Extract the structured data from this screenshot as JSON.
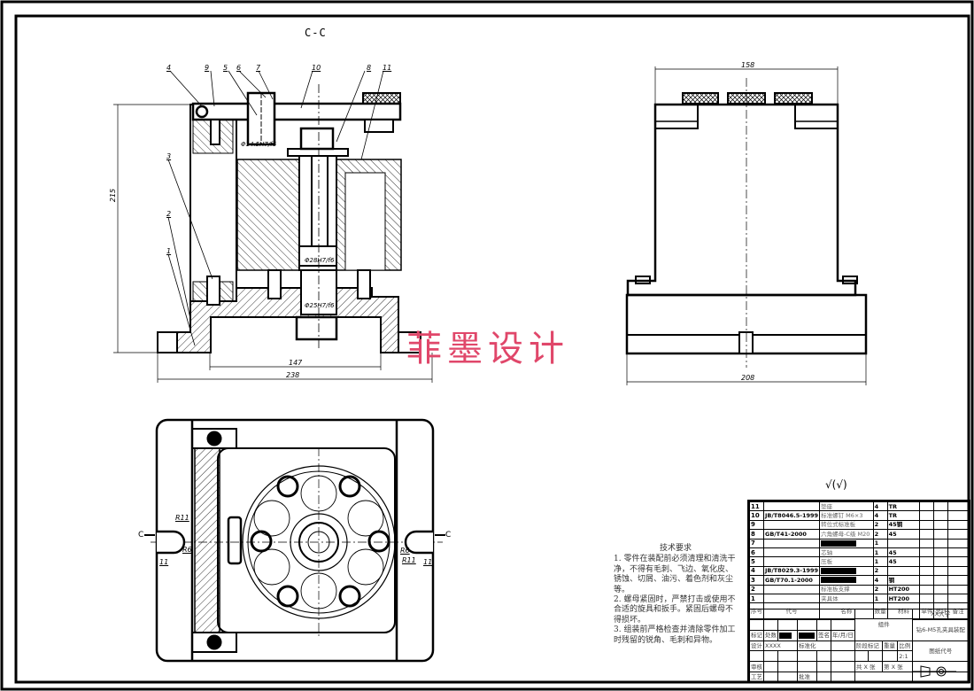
{
  "drawing": {
    "section_title": "C-C",
    "watermark": "菲墨设计",
    "surface_finish": "√(√)",
    "section_markers": {
      "left": "C",
      "right": "C"
    }
  },
  "front_view": {
    "balloons": [
      "4",
      "9",
      "5",
      "6",
      "7",
      "10",
      "8",
      "11",
      "3",
      "2",
      "1"
    ],
    "fits": [
      "Φ14.5H7/f6",
      "Φ28H7/f6",
      "Φ25H7/f6"
    ],
    "dimensions": {
      "height": "215",
      "inner_width": "147",
      "overall_width": "238"
    }
  },
  "side_view": {
    "dimensions": {
      "top_width": "158",
      "base_width": "208"
    }
  },
  "top_view": {
    "radii": [
      "R11",
      "R6",
      "11",
      "R6",
      "R11",
      "11"
    ]
  },
  "technical_requirements": {
    "title": "技术要求",
    "items": [
      "1. 零件在装配前必须清理和清洗干净，不得有毛刺、飞边、氧化皮、锈蚀、切屑、油污、着色剂和灰尘等。",
      "2. 螺母紧固时，严禁打击或使用不合适的旋具和扳手。紧固后螺母不得损坏。",
      "3. 组装前严格检查并清除零件加工时残留的锐角、毛刺和异物。"
    ]
  },
  "bom": {
    "headers": {
      "no": "序号",
      "code": "代号",
      "name": "名称",
      "qty": "数量",
      "material": "材料",
      "unit_weight": "单件",
      "total_weight": "总计",
      "weight": "重量",
      "remark": "备注"
    },
    "rows": [
      {
        "no": "11",
        "code": "",
        "name": "垫座",
        "qty": "4",
        "material": "TR",
        "redact_name": false
      },
      {
        "no": "10",
        "code": "JB/T8046.5-1999",
        "name": "标准螺钉 M6×3",
        "qty": "4",
        "material": "TR",
        "redact_name": false
      },
      {
        "no": "9",
        "code": "",
        "name": "转位式标准板",
        "qty": "2",
        "material": "45钢",
        "redact_name": false
      },
      {
        "no": "8",
        "code": "GB/T41-2000",
        "name": "六角螺母-C级 M20",
        "qty": "2",
        "material": "45",
        "redact_name": false
      },
      {
        "no": "7",
        "code": "",
        "name": "",
        "qty": "1",
        "material": "",
        "redact_name": true
      },
      {
        "no": "6",
        "code": "",
        "name": "芯轴",
        "qty": "1",
        "material": "45",
        "redact_name": false
      },
      {
        "no": "5",
        "code": "",
        "name": "压板",
        "qty": "1",
        "material": "45",
        "redact_name": false
      },
      {
        "no": "4",
        "code": "JB/T8029.3-1999",
        "name": "",
        "qty": "2",
        "material": "",
        "redact_name": true
      },
      {
        "no": "3",
        "code": "GB/T70.1-2000",
        "name": "",
        "qty": "4",
        "material": "钢",
        "redact_name": true
      },
      {
        "no": "2",
        "code": "",
        "name": "标准板支撑",
        "qty": "2",
        "material": "HT200",
        "redact_name": false
      },
      {
        "no": "1",
        "code": "",
        "name": "夹具体",
        "qty": "1",
        "material": "HT200",
        "redact_name": false
      }
    ]
  },
  "title_block": {
    "assembly": "组件",
    "school": "XX大学",
    "drawing_name": "钻6-M5孔夹具装配",
    "drawing_no": "图纸代号",
    "scale_label": "比例",
    "scale": "2:1",
    "weight_label": "重量",
    "stage_label": "阶段标记",
    "sheets": "共 X 张",
    "sheet": "第 X 张",
    "rows": {
      "mark": "标记",
      "count": "处数",
      "sign": "签名",
      "date": "年/月/日",
      "design": "设计",
      "design_value": "XXXX",
      "standardize": "标准化",
      "review": "审核",
      "process": "工艺",
      "approve": "批准"
    }
  }
}
